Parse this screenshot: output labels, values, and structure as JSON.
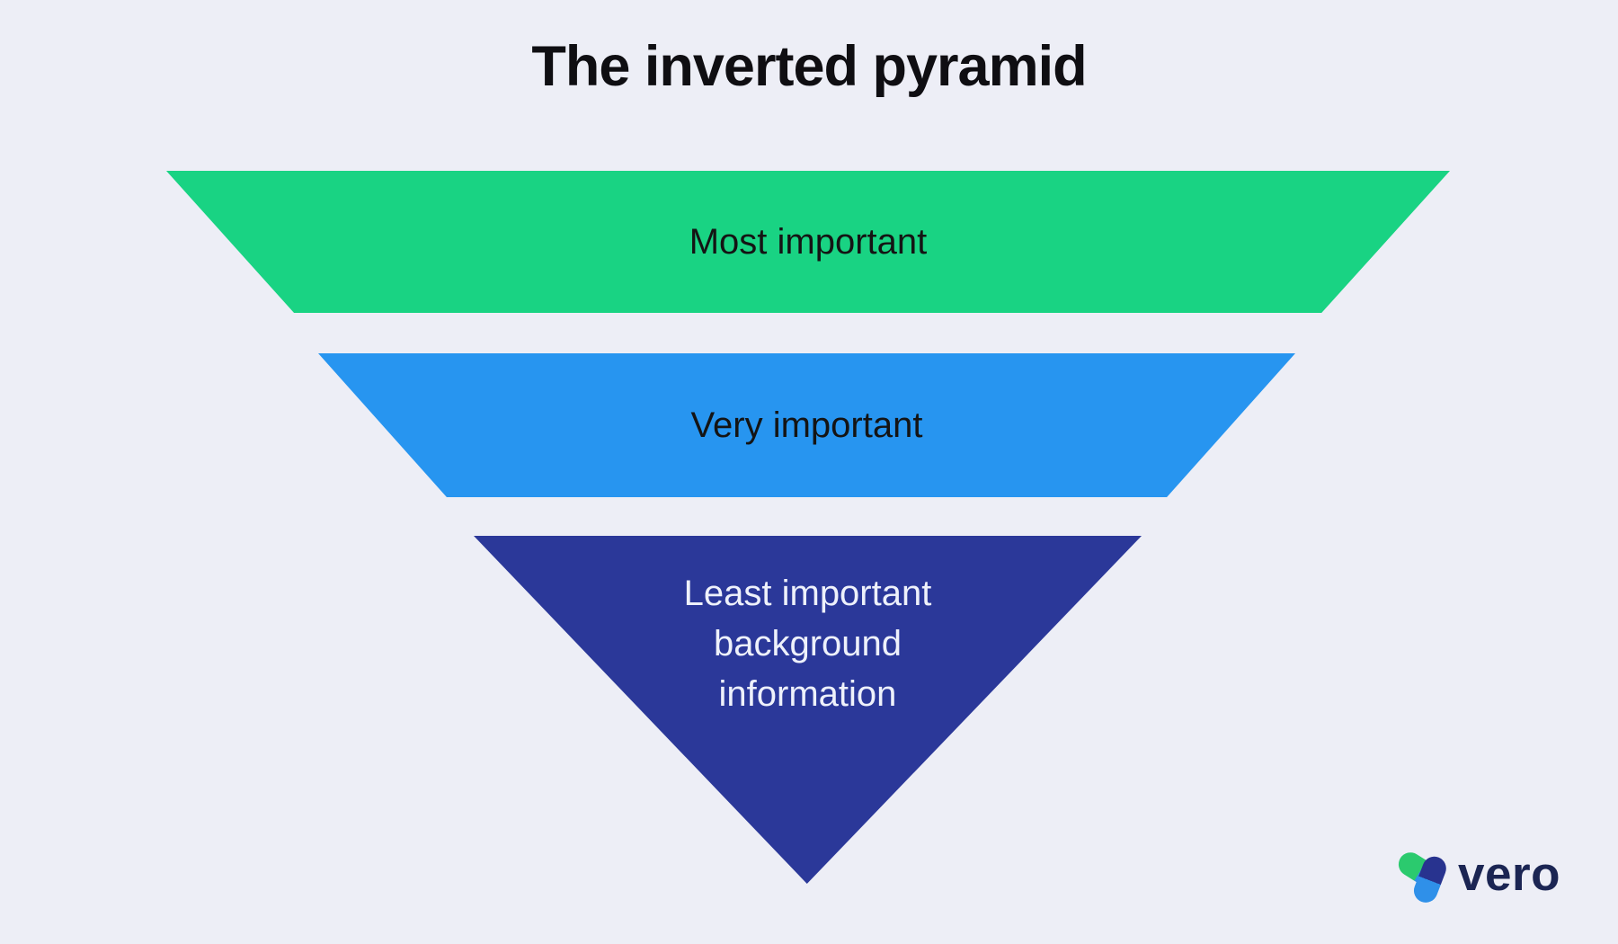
{
  "title": "The inverted pyramid",
  "pyramid": {
    "levels": [
      {
        "label": "Most important",
        "color": "#19D383",
        "text_color": "#141414",
        "shape": "trapezoid"
      },
      {
        "label": "Very important",
        "color": "#2795F0",
        "text_color": "#141414",
        "shape": "trapezoid"
      },
      {
        "label": "Least important background information",
        "label_lines": [
          "Least important",
          "background",
          "information"
        ],
        "color": "#2B3899",
        "text_color": "#EEF1FB",
        "shape": "triangle"
      }
    ]
  },
  "logo": {
    "text": "vero",
    "text_color": "#1B2553",
    "mark_colors": {
      "green": "#2BCA6E",
      "light_blue": "#2F90E9",
      "navy": "#28338F"
    }
  },
  "colors": {
    "background": "#EDEEF6",
    "title": "#0F0E12"
  }
}
